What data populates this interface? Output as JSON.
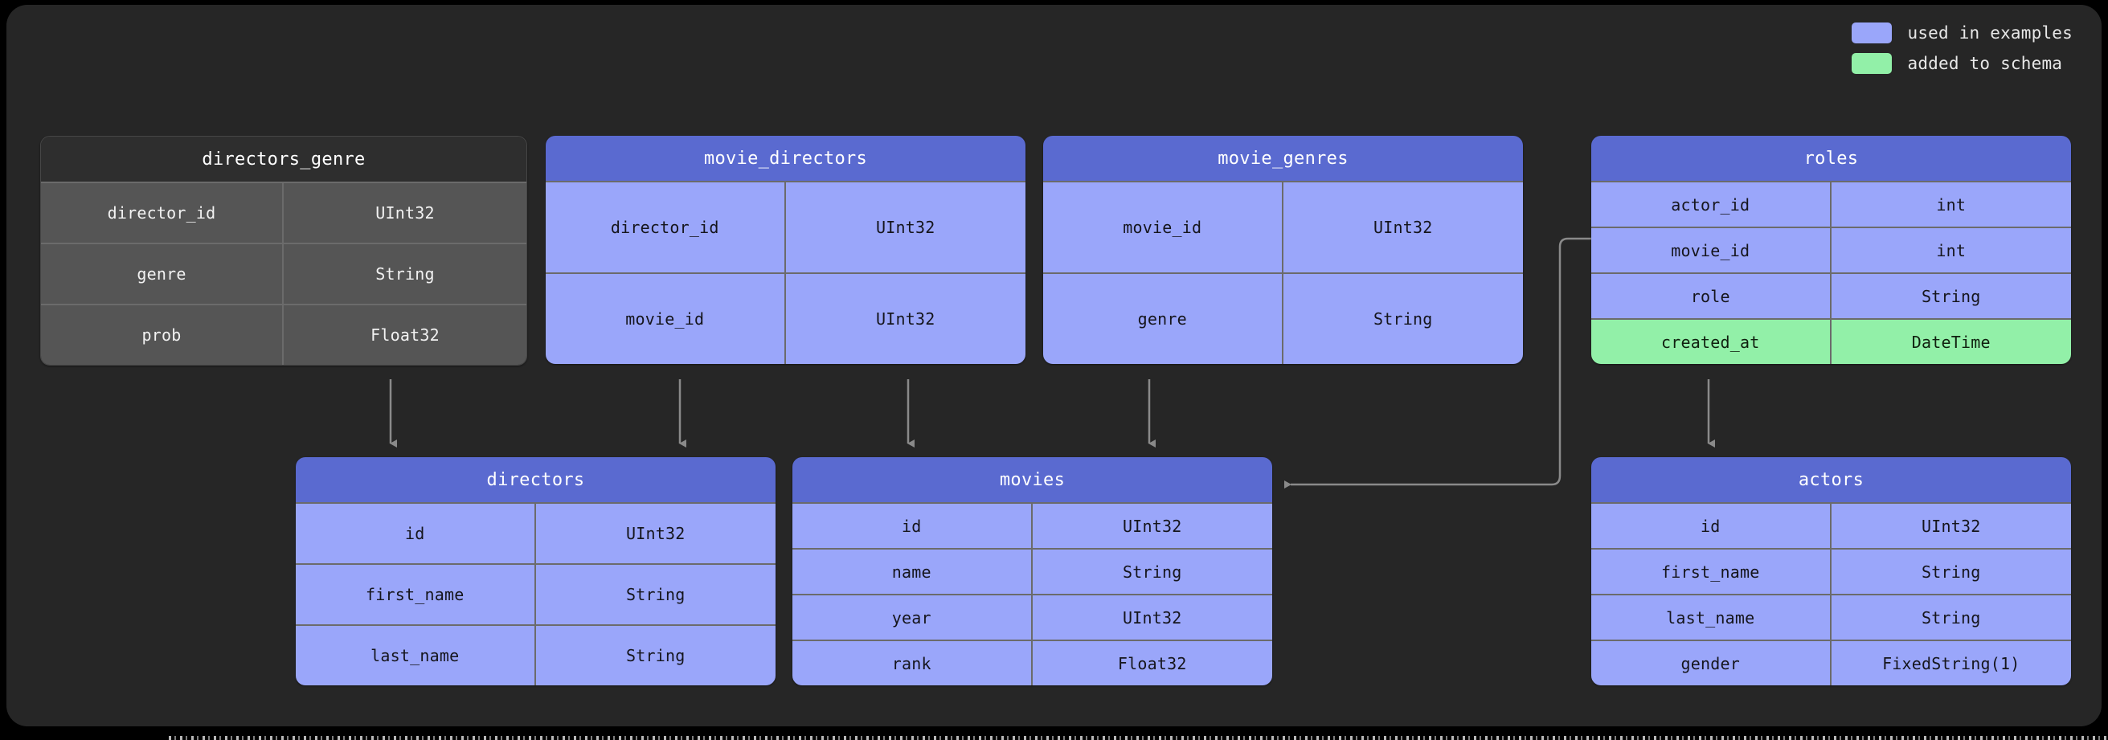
{
  "legend": {
    "items": [
      {
        "label": "used in examples",
        "color": "#9aa6fa",
        "key": "used-in-examples"
      },
      {
        "label": "added to schema",
        "color": "#92f0a8",
        "key": "added-to-schema"
      }
    ]
  },
  "colors": {
    "background": "#000000",
    "panel": "#262626",
    "blue_header": "#5a6ad0",
    "blue_body": "#9aa6fa",
    "green_body": "#92f0a8",
    "gray_header": "#2e2e2e",
    "gray_body": "#555555",
    "border": "#6b6b6b",
    "edge": "#8a8a8a"
  },
  "tables": {
    "directors_genre": {
      "title": "directors_genre",
      "theme": "gray",
      "columns": [
        {
          "name": "director_id",
          "type": "UInt32",
          "state": "normal"
        },
        {
          "name": "genre",
          "type": "String",
          "state": "normal"
        },
        {
          "name": "prob",
          "type": "Float32",
          "state": "normal"
        }
      ]
    },
    "movie_directors": {
      "title": "movie_directors",
      "theme": "blue",
      "columns": [
        {
          "name": "director_id",
          "type": "UInt32",
          "state": "normal"
        },
        {
          "name": "movie_id",
          "type": "UInt32",
          "state": "normal"
        }
      ]
    },
    "movie_genres": {
      "title": "movie_genres",
      "theme": "blue",
      "columns": [
        {
          "name": "movie_id",
          "type": "UInt32",
          "state": "normal"
        },
        {
          "name": "genre",
          "type": "String",
          "state": "normal"
        }
      ]
    },
    "roles": {
      "title": "roles",
      "theme": "blue",
      "columns": [
        {
          "name": "actor_id",
          "type": "int",
          "state": "normal"
        },
        {
          "name": "movie_id",
          "type": "int",
          "state": "normal"
        },
        {
          "name": "role",
          "type": "String",
          "state": "normal"
        },
        {
          "name": "created_at",
          "type": "DateTime",
          "state": "added"
        }
      ]
    },
    "directors": {
      "title": "directors",
      "theme": "blue",
      "columns": [
        {
          "name": "id",
          "type": "UInt32",
          "state": "normal"
        },
        {
          "name": "first_name",
          "type": "String",
          "state": "normal"
        },
        {
          "name": "last_name",
          "type": "String",
          "state": "normal"
        }
      ]
    },
    "movies": {
      "title": "movies",
      "theme": "blue",
      "columns": [
        {
          "name": "id",
          "type": "UInt32",
          "state": "normal"
        },
        {
          "name": "name",
          "type": "String",
          "state": "normal"
        },
        {
          "name": "year",
          "type": "UInt32",
          "state": "normal"
        },
        {
          "name": "rank",
          "type": "Float32",
          "state": "normal"
        }
      ]
    },
    "actors": {
      "title": "actors",
      "theme": "blue",
      "columns": [
        {
          "name": "id",
          "type": "UInt32",
          "state": "normal"
        },
        {
          "name": "first_name",
          "type": "String",
          "state": "normal"
        },
        {
          "name": "last_name",
          "type": "String",
          "state": "normal"
        },
        {
          "name": "gender",
          "type": "FixedString(1)",
          "state": "normal"
        }
      ]
    }
  },
  "relationships": [
    {
      "from": "directors_genre",
      "to": "directors",
      "key": "edge-directors-genre-to-directors"
    },
    {
      "from": "movie_directors",
      "to": "directors",
      "key": "edge-movie-directors-to-directors"
    },
    {
      "from": "movie_directors",
      "to": "movies",
      "key": "edge-movie-directors-to-movies"
    },
    {
      "from": "movie_genres",
      "to": "movies",
      "key": "edge-movie-genres-to-movies"
    },
    {
      "from": "roles",
      "to": "movies",
      "key": "edge-roles-to-movies"
    },
    {
      "from": "roles",
      "to": "actors",
      "key": "edge-roles-to-actors"
    }
  ]
}
